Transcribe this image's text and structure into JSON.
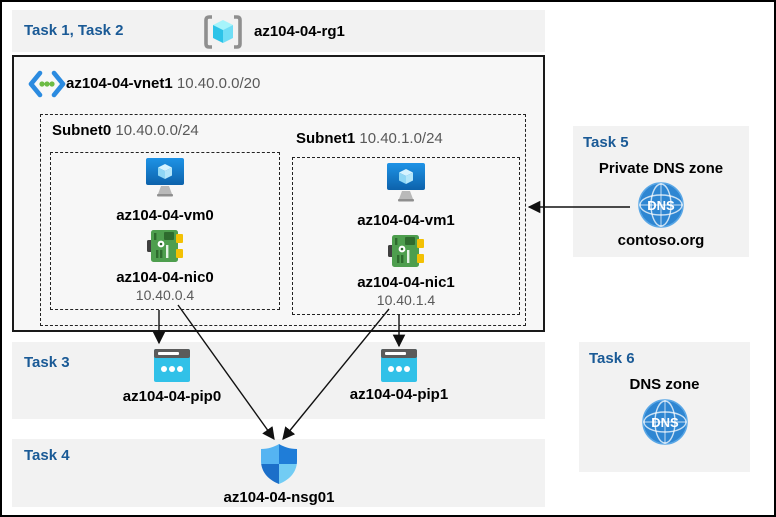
{
  "colors": {
    "task_blue": "#1a5a96",
    "band_gray": "#f2f2f2",
    "vnet_fill": "#f7f7f7",
    "dim_text": "#595959",
    "pip_cyan": "#31c1e8",
    "dns_blue": "#2e86d2",
    "nic_green": "#4e9e4e",
    "vm_blue": "#1b87d9"
  },
  "header": {
    "task_label": "Task 1, Task 2",
    "resource_group": "az104-04-rg1"
  },
  "vnet": {
    "name": "az104-04-vnet1",
    "cidr": "10.40.0.0/20",
    "subnets": [
      {
        "name": "Subnet0",
        "cidr": "10.40.0.0/24",
        "vm": "az104-04-vm0",
        "nic": "az104-04-nic0",
        "ip": "10.40.0.4"
      },
      {
        "name": "Subnet1",
        "cidr": "10.40.1.0/24",
        "vm": "az104-04-vm1",
        "nic": "az104-04-nic1",
        "ip": "10.40.1.4"
      }
    ]
  },
  "task3": {
    "label": "Task 3",
    "pips": [
      {
        "name": "az104-04-pip0"
      },
      {
        "name": "az104-04-pip1"
      }
    ]
  },
  "task4": {
    "label": "Task 4",
    "nsg": "az104-04-nsg01"
  },
  "task5": {
    "label": "Task 5",
    "title": "Private DNS zone",
    "zone_name": "contoso.org",
    "icon_text": "DNS"
  },
  "task6": {
    "label": "Task 6",
    "title": "DNS zone",
    "icon_text": "DNS"
  }
}
